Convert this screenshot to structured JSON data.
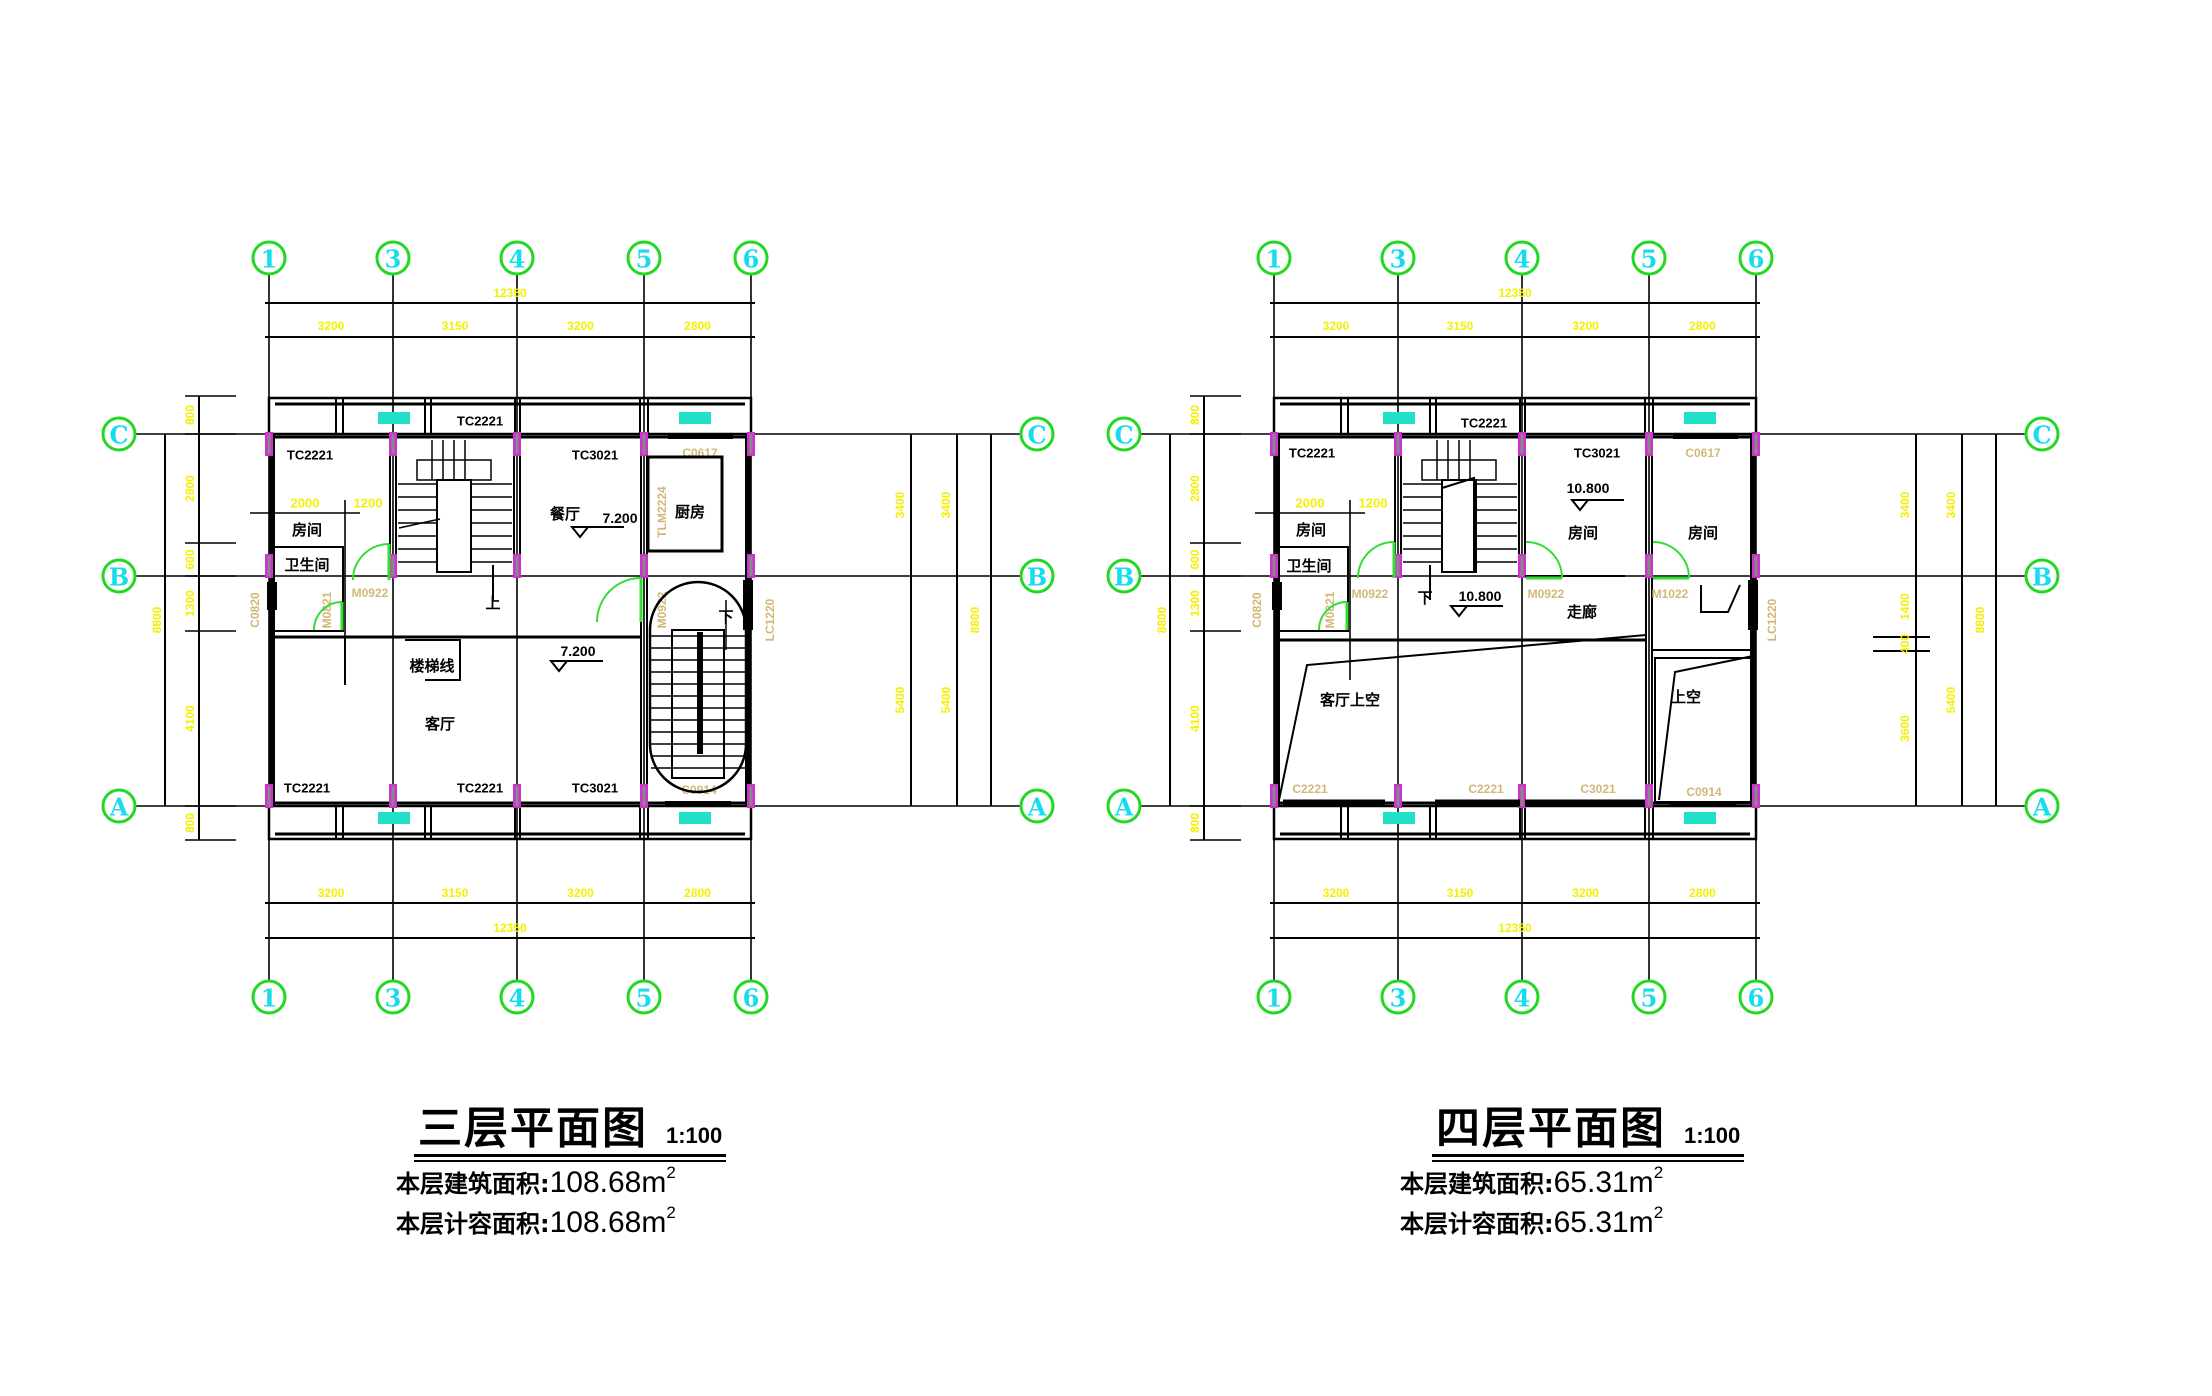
{
  "colors": {
    "axis_circle": "#22d822",
    "axis_text": "#18dcee",
    "dimension": "#f4f000",
    "tag": "#d2b878",
    "column": "#d030d0",
    "window_tag": "#22e0c8",
    "door_arc": "#33dd33"
  },
  "plans": [
    {
      "title": "三层平面图",
      "scale": "1:100",
      "areas": [
        {
          "label": "本层建筑面积:",
          "value": "108.68m",
          "sup": "2"
        },
        {
          "label": "本层计容面积:",
          "value": "108.68m",
          "sup": "2"
        }
      ],
      "axis_x": [
        "1",
        "3",
        "4",
        "5",
        "6"
      ],
      "axis_y": [
        "C",
        "B",
        "A"
      ],
      "dim_total": "12350",
      "dim_spans": [
        "3200",
        "3150",
        "3200",
        "2800"
      ],
      "dim_left": [
        "800",
        "2800",
        "600",
        "1300",
        "4100",
        "800"
      ],
      "dim_left_total": "8800",
      "dim_right_a": [
        "3400",
        "5400"
      ],
      "dim_right_b": [
        "3400",
        "5400"
      ],
      "dim_right_total": "8800",
      "labels": [
        "TC2221",
        "TC2221",
        "TC3021",
        "C0617",
        "2000",
        "1200",
        "房间",
        "卫生间",
        "餐厅",
        "7.200",
        "厨房",
        "TLM2224",
        "M0922",
        "M0821",
        "C0820",
        "上",
        "下",
        "M0922",
        "LC1220",
        "楼梯线",
        "7.200",
        "客厅",
        "TC2221",
        "TC2221",
        "TC3021",
        "C0914"
      ]
    },
    {
      "title": "四层平面图",
      "scale": "1:100",
      "areas": [
        {
          "label": "本层建筑面积:",
          "value": "65.31m",
          "sup": "2"
        },
        {
          "label": "本层计容面积:",
          "value": "65.31m",
          "sup": "2"
        }
      ],
      "axis_x": [
        "1",
        "3",
        "4",
        "5",
        "6"
      ],
      "axis_y": [
        "C",
        "B",
        "A"
      ],
      "dim_total": "12350",
      "dim_spans": [
        "3200",
        "3150",
        "3200",
        "2800"
      ],
      "dim_left": [
        "800",
        "2800",
        "600",
        "1300",
        "4100",
        "800"
      ],
      "dim_left_total": "8800",
      "dim_right_a": [
        "3400",
        "1400",
        "400",
        "3600"
      ],
      "dim_right_b": [
        "3400",
        "5400"
      ],
      "dim_right_total": "8800",
      "labels": [
        "TC2221",
        "TC2221",
        "TC3021",
        "C0617",
        "2000",
        "1200",
        "房间",
        "10.800",
        "房间",
        "房间",
        "卫生间",
        "M0922",
        "M0922",
        "M1022",
        "下",
        "10.800",
        "走廊",
        "C0820",
        "M0821",
        "LC1220",
        "客厅上空",
        "上空",
        "C2221",
        "C2221",
        "C3021",
        "C0914"
      ]
    }
  ]
}
